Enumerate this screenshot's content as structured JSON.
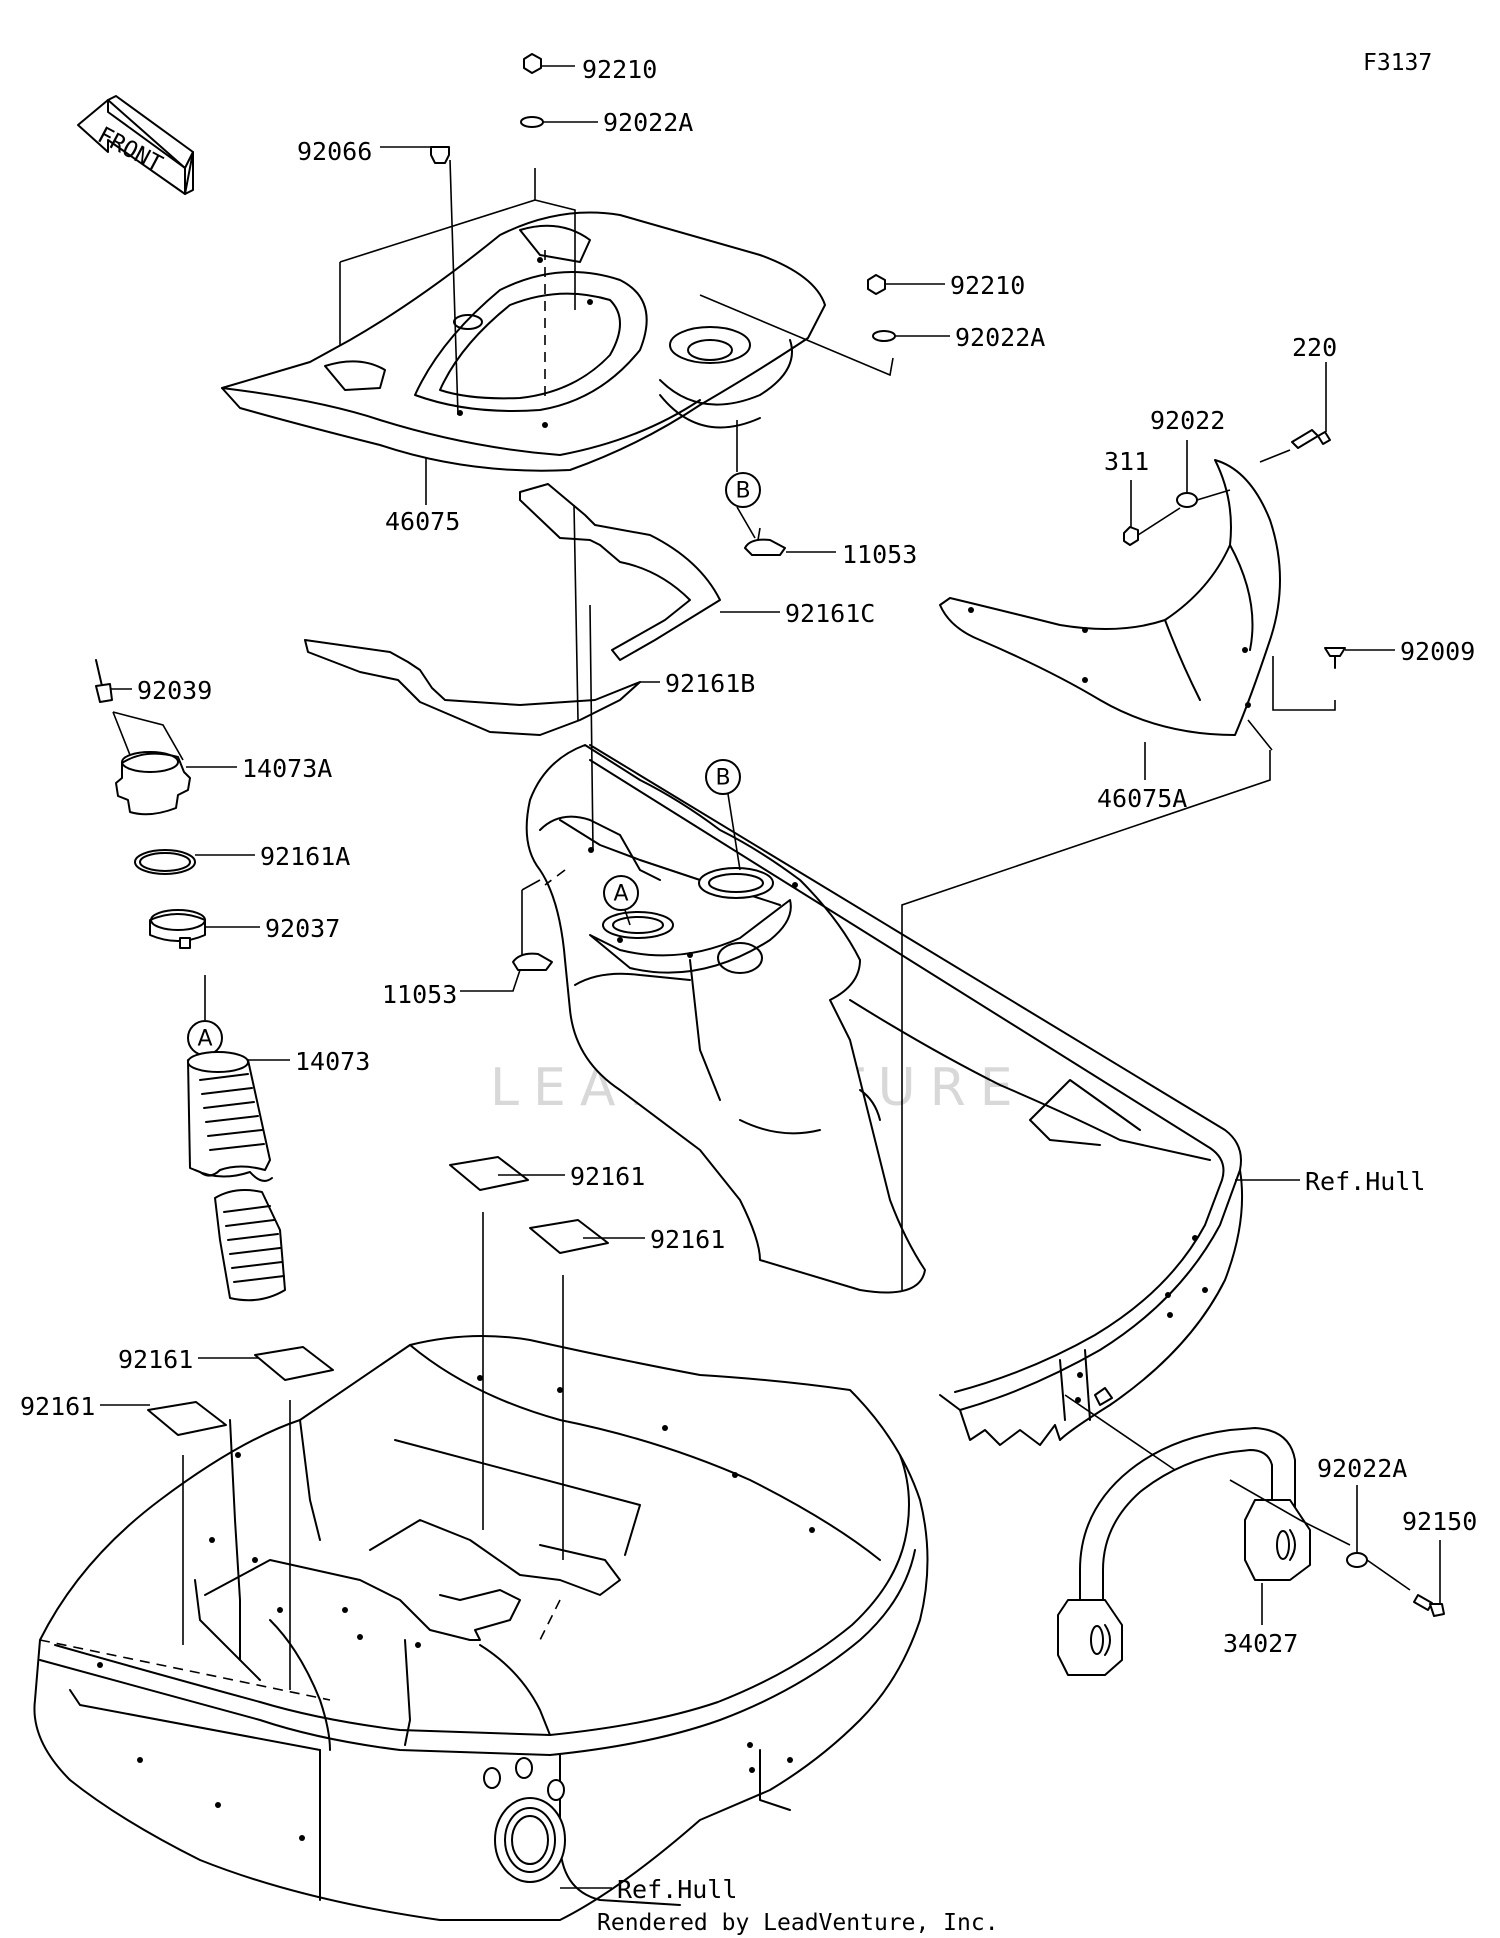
{
  "figure_code": "F3137",
  "front_indicator": "FRONT",
  "watermark": "LEADVENTURE",
  "footer": "Rendered by LeadVenture, Inc.",
  "ref_markers": [
    "A",
    "B"
  ],
  "callouts": [
    {
      "id": "c-92210-top",
      "text": "92210"
    },
    {
      "id": "c-92022a-top",
      "text": "92022A"
    },
    {
      "id": "c-92066",
      "text": "92066"
    },
    {
      "id": "c-92210-right",
      "text": "92210"
    },
    {
      "id": "c-92022a-right",
      "text": "92022A"
    },
    {
      "id": "c-46075",
      "text": "46075"
    },
    {
      "id": "c-11053-top",
      "text": "11053"
    },
    {
      "id": "c-92161c",
      "text": "92161C"
    },
    {
      "id": "c-92161b",
      "text": "92161B"
    },
    {
      "id": "c-220",
      "text": "220"
    },
    {
      "id": "c-92022",
      "text": "92022"
    },
    {
      "id": "c-311",
      "text": "311"
    },
    {
      "id": "c-92009",
      "text": "92009"
    },
    {
      "id": "c-46075a",
      "text": "46075A"
    },
    {
      "id": "c-92039",
      "text": "92039"
    },
    {
      "id": "c-14073a",
      "text": "14073A"
    },
    {
      "id": "c-92161a",
      "text": "92161A"
    },
    {
      "id": "c-92037",
      "text": "92037"
    },
    {
      "id": "c-14073",
      "text": "14073"
    },
    {
      "id": "c-11053-mid",
      "text": "11053"
    },
    {
      "id": "c-refhull-right",
      "text": "Ref.Hull"
    },
    {
      "id": "c-92161-1",
      "text": "92161"
    },
    {
      "id": "c-92161-2",
      "text": "92161"
    },
    {
      "id": "c-92161-3",
      "text": "92161"
    },
    {
      "id": "c-92161-4",
      "text": "92161"
    },
    {
      "id": "c-92022a-bottom",
      "text": "92022A"
    },
    {
      "id": "c-92150",
      "text": "92150"
    },
    {
      "id": "c-34027",
      "text": "34027"
    },
    {
      "id": "c-refhull-bottom",
      "text": "Ref.Hull"
    }
  ]
}
